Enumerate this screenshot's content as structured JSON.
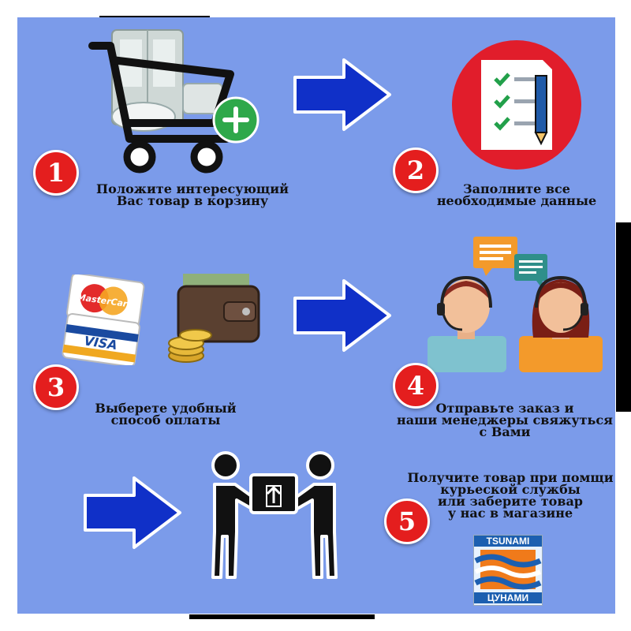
{
  "steps": [
    {
      "number": "1",
      "line1": "Положите интересующий",
      "line2": "Вас товар в корзину"
    },
    {
      "number": "2",
      "line1": "Заполните все",
      "line2": "необходимые данные"
    },
    {
      "number": "3",
      "line1": "Выберете удобный",
      "line2": "способ оплаты"
    },
    {
      "number": "4",
      "line1": "Отправьте заказ и",
      "line2": "наши менеджеры свяжуться",
      "line3": "с Вами"
    },
    {
      "number": "5",
      "line1": "Получите товар при помщи",
      "line2": "курьеской службы",
      "line3": "или заберите товар",
      "line4": "у нас в магазине"
    }
  ],
  "cards": {
    "mastercard": "MasterCard",
    "visa": "VISA"
  },
  "logo": {
    "top": "TSUNAMI",
    "bottom": "ЦУНАМИ"
  },
  "colors": {
    "panel": "#7b9bea",
    "badge": "#e41e1e",
    "arrow": "#1030c8",
    "plus": "#2ea84a"
  },
  "icons": [
    "shopping-cart-icon",
    "checklist-icon",
    "payment-cards-icon",
    "wallet-icon",
    "support-managers-icon",
    "package-delivery-icon",
    "arrow-right-icon"
  ]
}
